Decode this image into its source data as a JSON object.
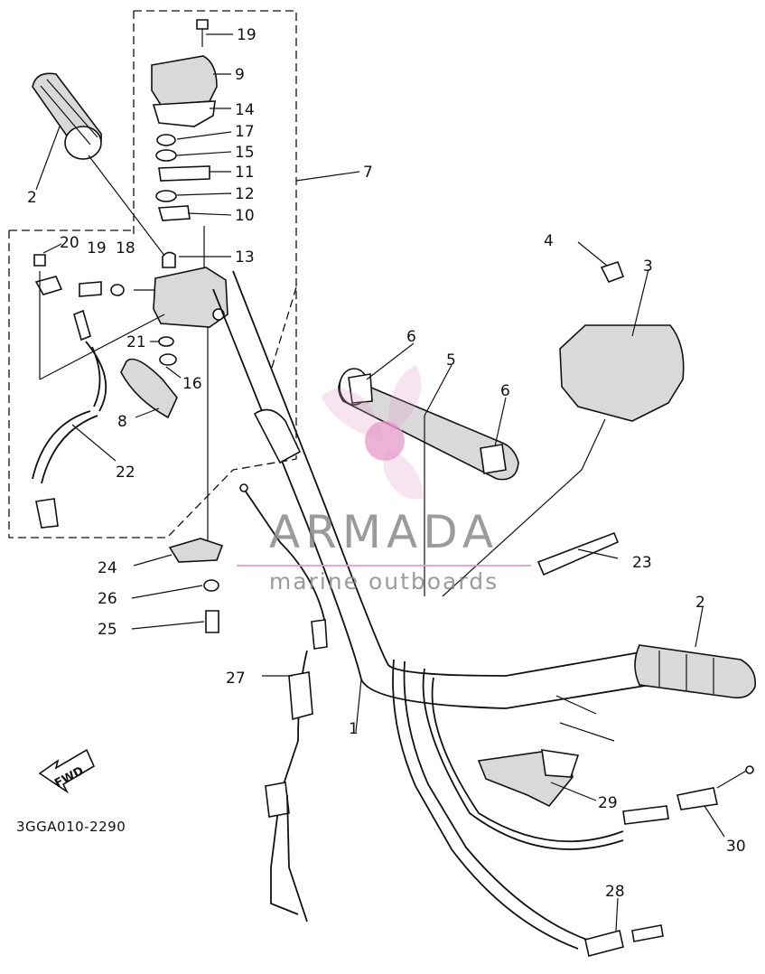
{
  "diagram": {
    "drawing_code": "3GGA010-2290",
    "direction_marker": "FWD",
    "callouts": [
      "1",
      "2",
      "2",
      "3",
      "4",
      "5",
      "6",
      "6",
      "7",
      "8",
      "9",
      "10",
      "11",
      "12",
      "13",
      "14",
      "15",
      "16",
      "17",
      "18",
      "19",
      "19",
      "20",
      "21",
      "22",
      "23",
      "24",
      "25",
      "26",
      "27",
      "28",
      "29",
      "30"
    ]
  },
  "watermark": {
    "brand": "ARMADA",
    "tagline": "marine outboards",
    "color": "#e49ac8"
  }
}
